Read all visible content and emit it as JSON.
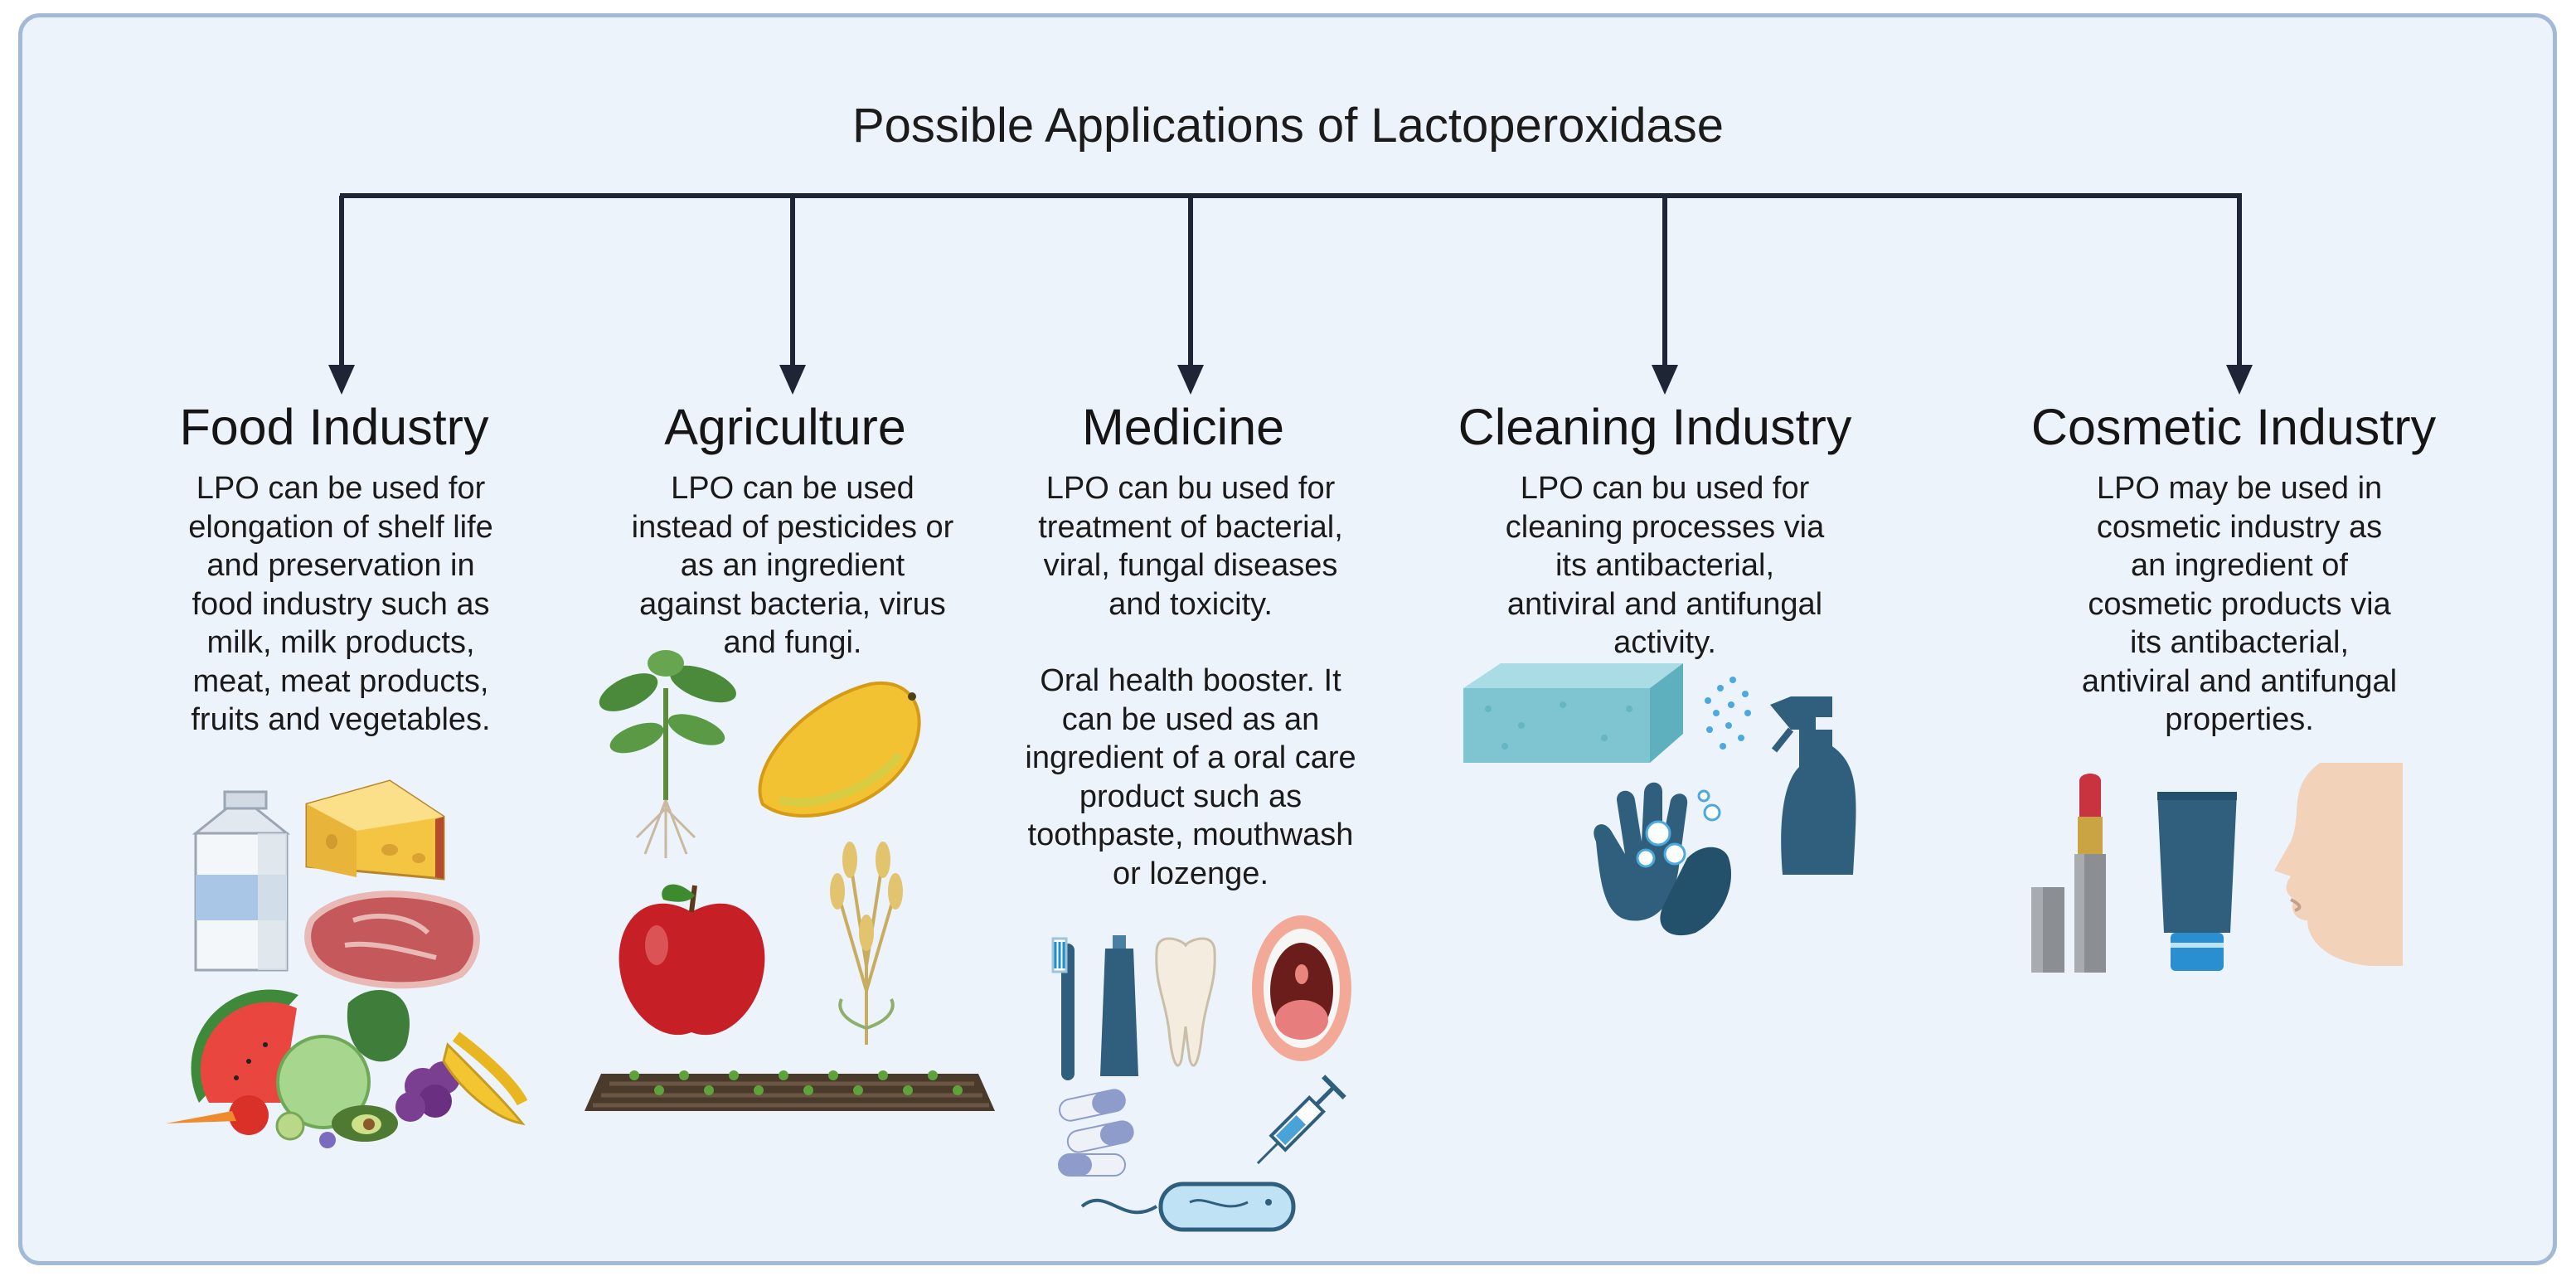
{
  "title": "Possible Applications of Lactoperoxidase",
  "sections": [
    {
      "heading": "Food Industry",
      "text": "LPO can be used for elongation of shelf life and preservation in food industry such as milk, milk products, meat, meat products, fruits and vegetables."
    },
    {
      "heading": "Agriculture",
      "text": "LPO can be used instead of pesticides or as an ingredient against bacteria, virus and fungi."
    },
    {
      "heading": "Medicine",
      "text": "LPO can bu used for treatment of bacterial, viral, fungal diseases and toxicity.",
      "text2": "Oral health booster. It can be used as an ingredient of a oral care product such as toothpaste, mouthwash or lozenge."
    },
    {
      "heading": "Cleaning Industry",
      "text": "LPO can bu used for cleaning processes via its antibacterial, antiviral and antifungal activity."
    },
    {
      "heading": "Cosmetic Industry",
      "text": "LPO may be used in cosmetic industry as an ingredient of cosmetic products via its antibacterial, antiviral and antifungal properties."
    }
  ],
  "icons": {
    "food": [
      "milk-carton-icon",
      "cheese-icon",
      "steak-icon",
      "fruits-vegetables-icon"
    ],
    "agriculture": [
      "seedling-plant-icon",
      "mango-icon",
      "apple-icon",
      "wheat-icon",
      "soil-rows-icon"
    ],
    "medicine": [
      "toothbrush-icon",
      "toothpaste-icon",
      "tooth-icon",
      "open-mouth-icon",
      "capsule-icon",
      "syringe-icon",
      "bacterium-icon"
    ],
    "cleaning": [
      "sponge-icon",
      "spray-bottle-icon",
      "hand-washing-icon"
    ],
    "cosmetic": [
      "lipstick-icon",
      "cream-tube-icon",
      "face-profile-icon"
    ]
  },
  "colors": {
    "background": "#ecf3fb",
    "border": "#a3bad6",
    "connector": "#1e2535",
    "icon_blue": "#2f5f7c"
  }
}
